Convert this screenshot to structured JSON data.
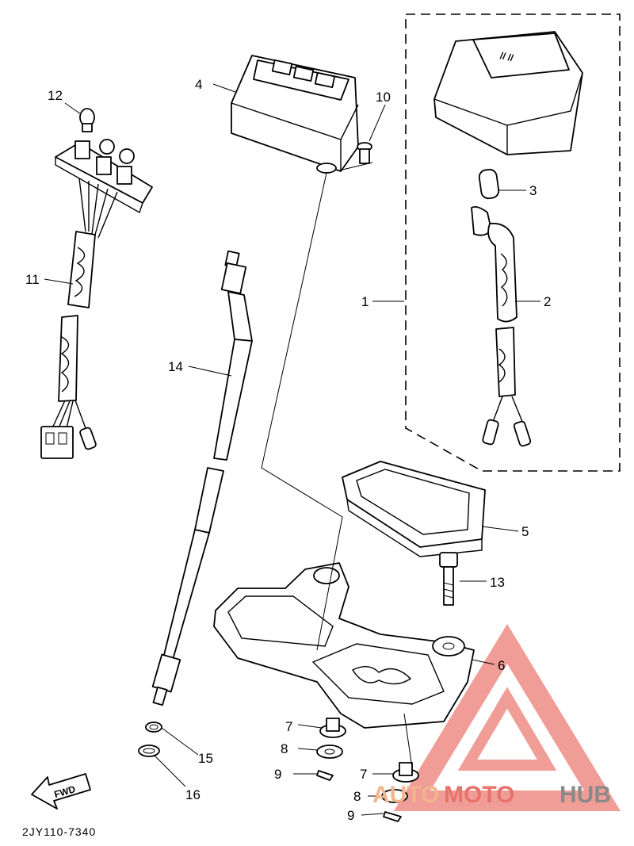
{
  "diagram": {
    "part_labels": {
      "p1": "1",
      "p2": "2",
      "p3": "3",
      "p4": "4",
      "p5": "5",
      "p6": "6",
      "p7a": "7",
      "p7b": "7",
      "p8a": "8",
      "p8b": "8",
      "p9a": "9",
      "p9b": "9",
      "p10": "10",
      "p11": "11",
      "p12": "12",
      "p13": "13",
      "p14": "14",
      "p15": "15",
      "p16": "16"
    },
    "drawing_code": "2JY110-7340",
    "direction_arrow": "FWD",
    "speedometer_face_marks": "// //"
  },
  "watermark": {
    "part1": "AUTO",
    "part2": "MOTO",
    "part3": "HUB",
    "colors": {
      "auto": "#f2b48c",
      "moto": "#e8736a",
      "hub": "#8a8a8a",
      "logo": "#ef8c86"
    }
  }
}
